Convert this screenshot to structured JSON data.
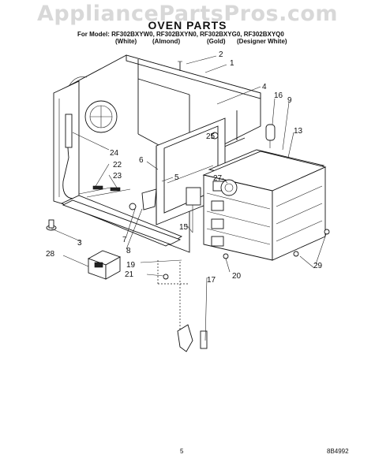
{
  "watermark": "AppliancePartsPros.com",
  "title": "OVEN PARTS",
  "model_line": "For Model: RF302BXYW0, RF302BXYN0, RF302BXYG0, RF302BXYQ0",
  "colors": [
    "(White)",
    "(Almond)",
    "(Gold)",
    "(Designer White)"
  ],
  "callouts": [
    "1",
    "2",
    "3",
    "4",
    "5",
    "6",
    "7",
    "8",
    "9",
    "13",
    "15",
    "16",
    "17",
    "19",
    "20",
    "21",
    "22",
    "23",
    "24",
    "25",
    "27",
    "28",
    "29"
  ],
  "page_number": "5",
  "doc_number": "8B4992"
}
